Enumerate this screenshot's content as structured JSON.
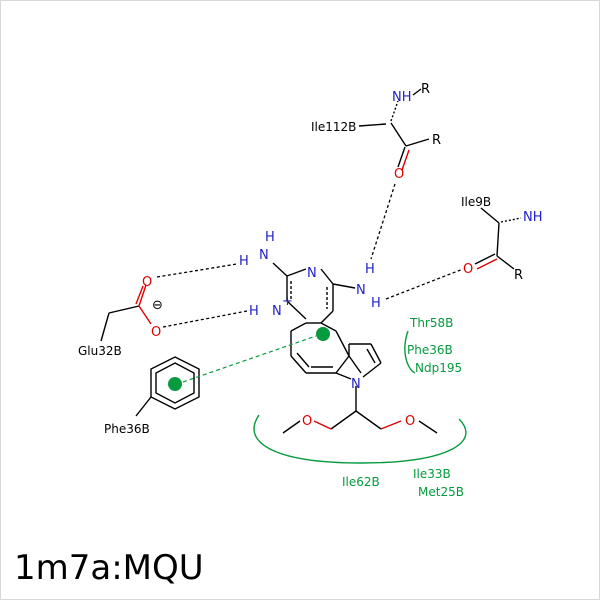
{
  "title": "1m7a:MQU",
  "colors": {
    "bond": "#000000",
    "nitrogen": "#2020c8",
    "oxygen": "#e00000",
    "hydrophobic": "#079a3e"
  },
  "residues": {
    "ile112b": "Ile112B",
    "ile9b": "Ile9B",
    "glu32b": "Glu32B",
    "phe36b_ring": "Phe36B",
    "thr58b": "Thr58B",
    "phe36b_contact": "Phe36B",
    "ndp195": "Ndp195",
    "ile33b": "Ile33B",
    "met25b": "Met25B",
    "ile62b": "Ile62B"
  },
  "atoms": {
    "nh": "NH",
    "n": "N",
    "h": "H",
    "o": "O",
    "r": "R",
    "plus": "+",
    "minus": "⊖"
  }
}
